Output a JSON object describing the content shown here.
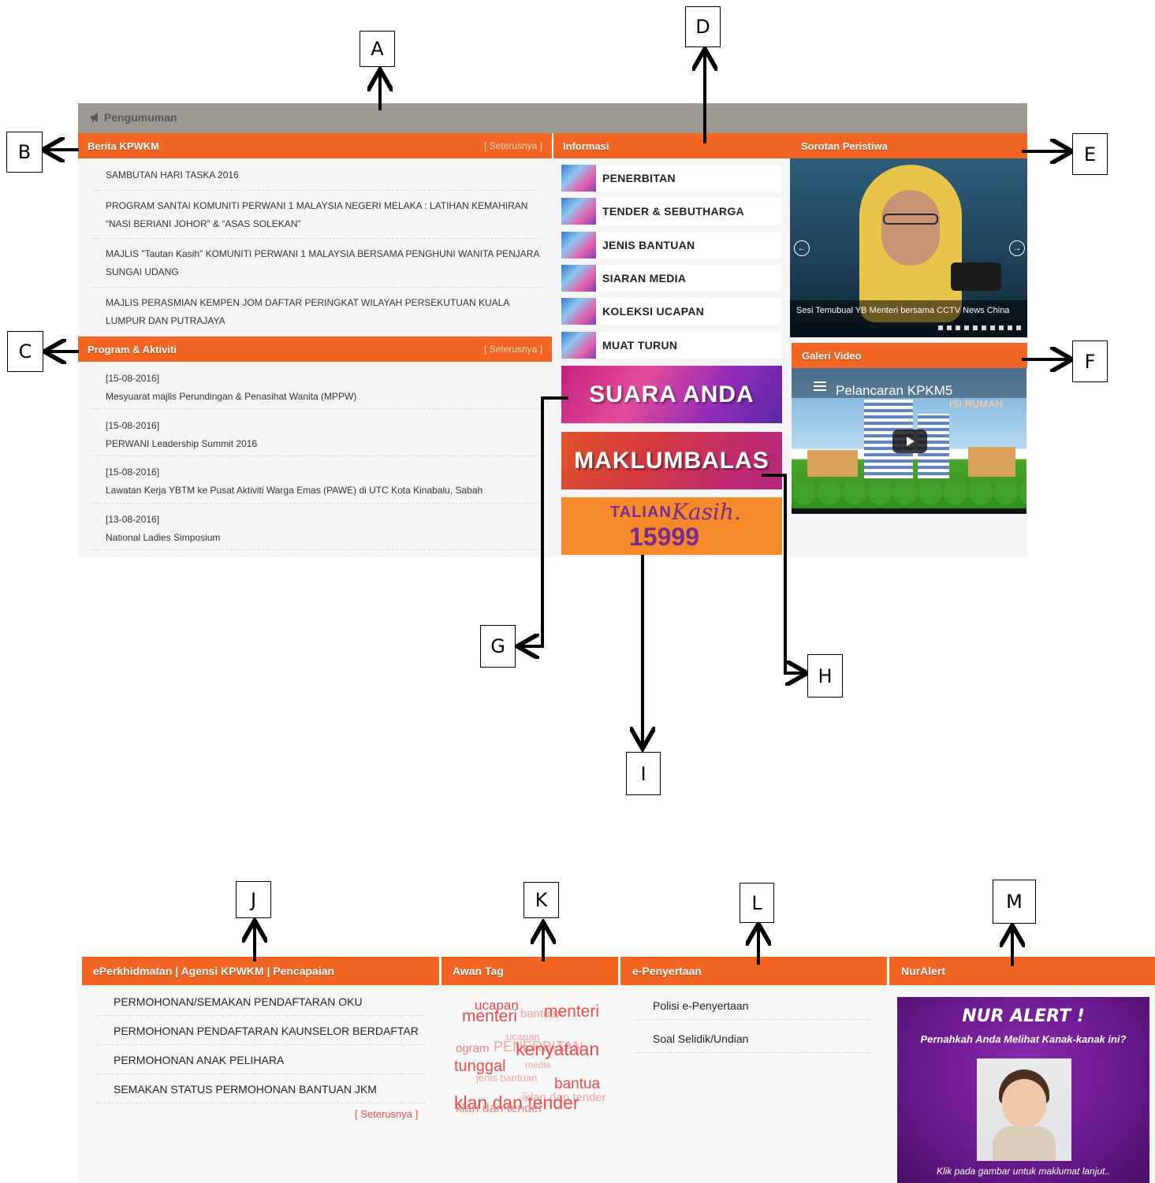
{
  "callouts": [
    "A",
    "B",
    "C",
    "D",
    "E",
    "F",
    "G",
    "H",
    "I",
    "J",
    "K",
    "L",
    "M"
  ],
  "announcement": {
    "icon": "megaphone-icon",
    "label": "Pengumuman"
  },
  "berita": {
    "title": "Berita KPWKM",
    "more": "[ Seterusnya ]",
    "items": [
      "SAMBUTAN HARI TASKA 2016",
      "PROGRAM SANTAI KOMUNITI PERWANI 1 MALAYSIA NEGERI MELAKA : LATIHAN KEMAHIRAN “NASI BERIANI JOHOR” & “ASAS SOLEKAN”",
      "MAJLIS   \"Tautan Kasih\"  KOMUNITI PERWANI 1 MALAYSIA BERSAMA PENGHUNI WANITA PENJARA SUNGAI UDANG",
      "MAJLIS PERASMIAN KEMPEN JOM DAFTAR PERINGKAT WILAYAH PERSEKUTUAN KUALA LUMPUR DAN PUTRAJAYA"
    ]
  },
  "program": {
    "title": "Program & Aktiviti",
    "more": "[ Seterusnya ]",
    "items": [
      {
        "date": "[15-08-2016]",
        "text": "Mesyuarat majlis Perundingan & Penasihat Wanita (MPPW)"
      },
      {
        "date": "[15-08-2016]",
        "text": "PERWANI Leadership Summit 2016"
      },
      {
        "date": "[15-08-2016]",
        "text": "Lawatan Kerja YBTM ke Pusat Aktiviti Warga Emas (PAWE) di UTC Kota Kinabalu, Sabah"
      },
      {
        "date": "[13-08-2016]",
        "text": "National Ladies Simposium"
      }
    ]
  },
  "informasi": {
    "title": "Informasi",
    "items": [
      "PENERBITAN",
      "TENDER & SEBUTHARGA",
      "JENIS BANTUAN",
      "SIARAN MEDIA",
      "KOLEKSI UCAPAN",
      "MUAT TURUN"
    ]
  },
  "banners": {
    "suara": "SUARA ANDA",
    "maklum": "MAKLUMBALAS",
    "talian": "TALIAN",
    "kasih": "Kasih.",
    "number": "15999"
  },
  "sorotan": {
    "title": "Sorotan Peristiwa",
    "caption": "Sesi Temubual YB Menteri bersama CCTV News China"
  },
  "galeri": {
    "title": "Galeri Video",
    "video_title": "Pelancaran KPKM5",
    "overlay": "ISI RUMAH"
  },
  "services": {
    "title": "ePerkhidmatan | Agensi KPWKM | Pencapaian",
    "items": [
      "PERMOHONAN/SEMAKAN PENDAFTARAN OKU",
      "PERMOHONAN PENDAFTARAN KAUNSELOR BERDAFTAR",
      "PERMOHONAN ANAK PELIHARA",
      "SEMAKAN STATUS PERMOHONAN BANTUAN JKM"
    ],
    "more": "[ Seterusnya ]"
  },
  "awan": {
    "title": "Awan Tag",
    "tags": [
      "ucapan",
      "menteri",
      "bantuan",
      "menteri",
      "ucapan",
      "ogram",
      "PENERBITAN",
      "kenyataan",
      "tunggal",
      "media",
      "jenis bantuan",
      "bantua",
      "iklan dan tender",
      "klan dan tender",
      "klan dan tender"
    ]
  },
  "epenyertaan": {
    "title": "e-Penyertaan",
    "items": [
      "Polisi e-Penyertaan",
      "Soal Selidik/Undian"
    ]
  },
  "nuralert": {
    "title": "NurAlert",
    "heading": "NUR ALERT !",
    "question": "Pernahkah Anda Melihat Kanak-kanak ini?",
    "footer": "Klik pada gambar untuk maklumat lanjut.."
  },
  "colors": {
    "orange": "#f26522",
    "gray_bar": "#9b9992",
    "purple": "#6a1a8f",
    "tag_red": "#e84c4c",
    "tag_pink": "#f4a6a6"
  }
}
